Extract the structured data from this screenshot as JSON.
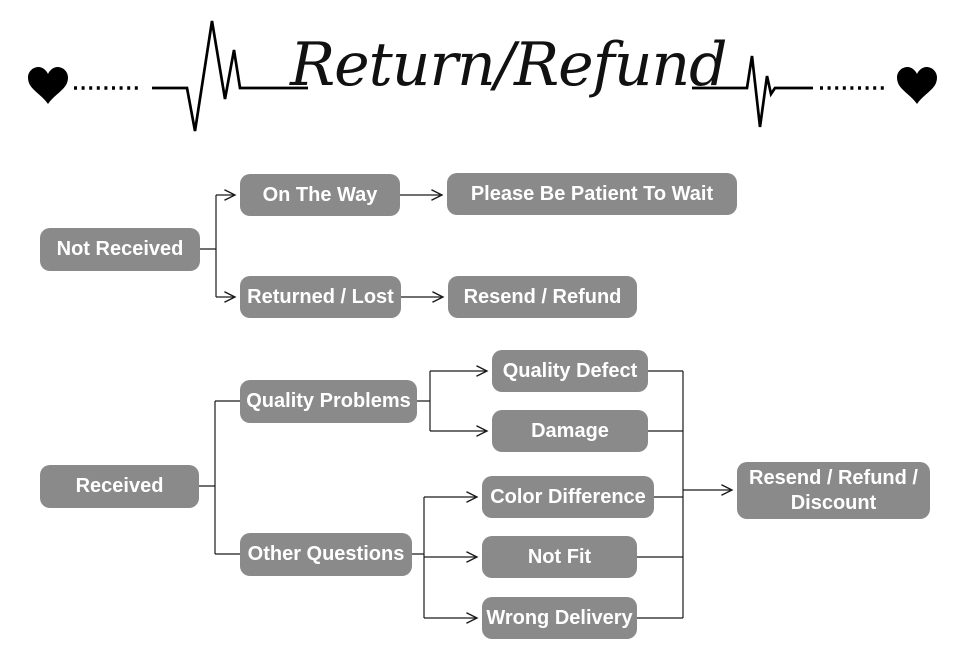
{
  "header": {
    "title": "Return/Refund",
    "left_heart": "heart-icon",
    "right_heart": "heart-icon",
    "line_color": "#000000"
  },
  "flowchart": {
    "colors": {
      "node_fill": "#8a8a8a",
      "node_text": "#ffffff",
      "connector": "#1a1a1a"
    },
    "nodes": {
      "not_received": {
        "label": "Not Received"
      },
      "on_the_way": {
        "label": "On The Way"
      },
      "please_wait": {
        "label": "Please Be Patient To Wait"
      },
      "returned_lost": {
        "label": "Returned / Lost"
      },
      "resend_refund": {
        "label": "Resend / Refund"
      },
      "received": {
        "label": "Received"
      },
      "quality_problems": {
        "label": "Quality Problems"
      },
      "quality_defect": {
        "label": "Quality Defect"
      },
      "damage": {
        "label": "Damage"
      },
      "other_questions": {
        "label": "Other Questions"
      },
      "color_difference": {
        "label": "Color Difference"
      },
      "not_fit": {
        "label": "Not Fit"
      },
      "wrong_delivery": {
        "label": "Wrong Delivery"
      },
      "resend_refund_discount": {
        "label": "Resend / Refund / Discount"
      }
    },
    "edges": [
      "Not Received -> On The Way",
      "Not Received -> Returned / Lost",
      "On The Way -> Please Be Patient To Wait",
      "Returned / Lost -> Resend / Refund",
      "Received -> Quality Problems",
      "Received -> Other Questions",
      "Quality Problems -> Quality Defect",
      "Quality Problems -> Damage",
      "Other Questions -> Color Difference",
      "Other Questions -> Not Fit",
      "Other Questions -> Wrong Delivery",
      "Quality Defect, Damage, Color Difference, Not Fit, Wrong Delivery -> Resend / Refund / Discount"
    ]
  }
}
